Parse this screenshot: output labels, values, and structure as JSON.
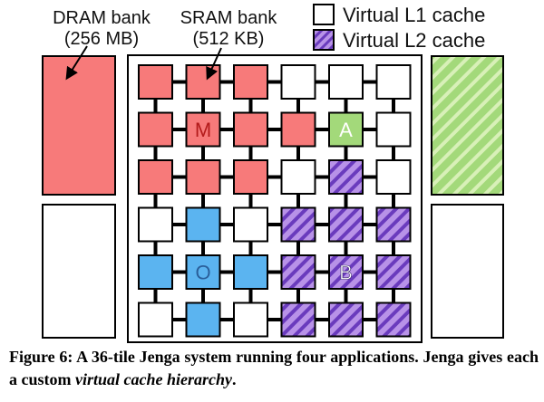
{
  "labels": {
    "dram_bank": [
      "DRAM bank",
      "(256 MB)"
    ],
    "sram_bank": [
      "SRAM bank",
      "(512 KB)"
    ]
  },
  "legend": {
    "l1": "Virtual L1 cache",
    "l2": "Virtual L2 cache"
  },
  "caption": {
    "part1": "Figure 6: A 36-tile Jenga system running four applications. Jenga gives each a custom ",
    "emphasis": "virtual cache hierarchy",
    "part2": "."
  },
  "colors": {
    "red": "#f77a7a",
    "blue": "#5bb4f0",
    "purple_fill": "#b892e8",
    "purple_stripe": "#6a3bbd",
    "green_fill": "#a3d97a",
    "green_stripe": "#d8f0b8",
    "letter_red": "#b31b1b",
    "letter_green": "#ffffff",
    "letter_blue": "#2a5f9a",
    "letter_purple": "#ffffff"
  },
  "grid": {
    "rows": [
      [
        "red",
        "red",
        "red",
        "white",
        "white",
        "white"
      ],
      [
        "red",
        "red",
        "red",
        "red",
        "green",
        "white"
      ],
      [
        "red",
        "red",
        "red",
        "white",
        "purple",
        "white"
      ],
      [
        "white",
        "blue",
        "white",
        "purple",
        "purple",
        "purple"
      ],
      [
        "blue",
        "blue",
        "blue",
        "purple",
        "purple",
        "purple"
      ],
      [
        "white",
        "blue",
        "white",
        "purple",
        "purple",
        "purple"
      ]
    ],
    "letters": [
      {
        "row": 1,
        "col": 1,
        "text": "M"
      },
      {
        "row": 1,
        "col": 4,
        "text": "A"
      },
      {
        "row": 4,
        "col": 1,
        "text": "O"
      },
      {
        "row": 4,
        "col": 4,
        "text": "B"
      }
    ]
  },
  "dram": {
    "top_left": "red",
    "bottom_left": "white",
    "top_right": "green",
    "bottom_right": "white"
  }
}
